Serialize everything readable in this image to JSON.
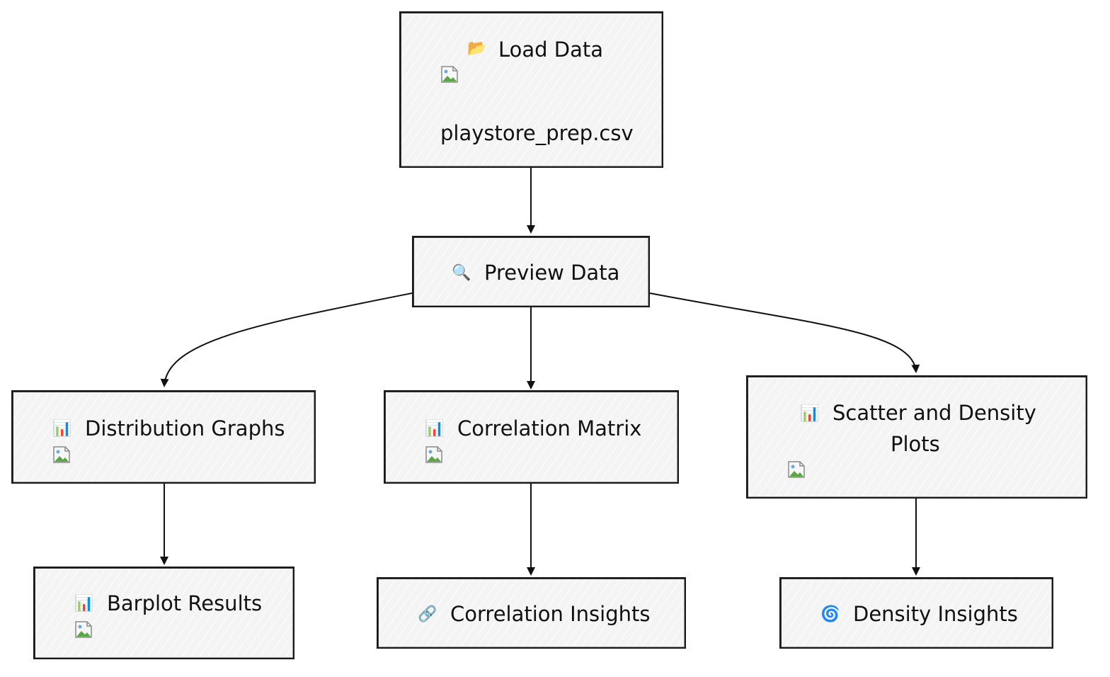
{
  "nodes": {
    "load_data": {
      "icon": "open-folder-icon",
      "title": "Load Data",
      "file": "playstore_prep.csv"
    },
    "preview_data": {
      "icon": "magnifier-icon",
      "title": "Preview Data"
    },
    "distribution_graphs": {
      "icon": "bar-chart-icon",
      "title": "Distribution Graphs"
    },
    "correlation_matrix": {
      "icon": "bar-chart-icon",
      "title": "Correlation Matrix"
    },
    "scatter_density": {
      "icon": "bar-chart-icon",
      "title_line1": "Scatter and Density",
      "title_line2": "Plots"
    },
    "barplot_results": {
      "icon": "bar-chart-icon",
      "title": "Barplot Results"
    },
    "correlation_insights": {
      "icon": "link-icon",
      "title": "Correlation Insights"
    },
    "density_insights": {
      "icon": "cyclone-icon",
      "title": "Density Insights"
    }
  },
  "edges": [
    {
      "from": "Load Data",
      "to": "Preview Data"
    },
    {
      "from": "Preview Data",
      "to": "Distribution Graphs"
    },
    {
      "from": "Preview Data",
      "to": "Correlation Matrix"
    },
    {
      "from": "Preview Data",
      "to": "Scatter and Density Plots"
    },
    {
      "from": "Distribution Graphs",
      "to": "Barplot Results"
    },
    {
      "from": "Correlation Matrix",
      "to": "Correlation Insights"
    },
    {
      "from": "Scatter and Density Plots",
      "to": "Density Insights"
    }
  ],
  "colors": {
    "node_fill": "#f4f4f4",
    "node_border": "#1a1a1a",
    "edge": "#111111"
  }
}
